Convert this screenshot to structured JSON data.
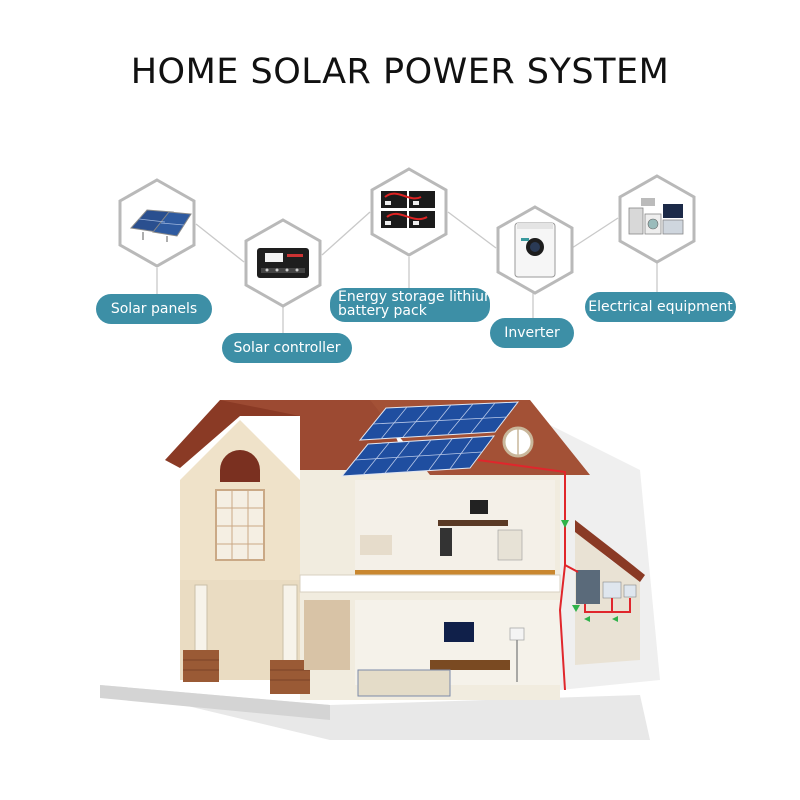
{
  "title": "HOME SOLAR POWER SYSTEM",
  "colors": {
    "pill": "#3d8fa6",
    "hex_border": "#b9b9b9",
    "connector": "#c9c9c9",
    "roof": "#8a3a25",
    "wall": "#eee0c8",
    "wire": "#e0262c",
    "arrow": "#2fb24a"
  },
  "components": [
    {
      "id": "solar-panels",
      "label": "Solar panels",
      "icon": "solar-panel-icon"
    },
    {
      "id": "solar-controller",
      "label": "Solar controller",
      "icon": "charge-controller-icon"
    },
    {
      "id": "battery",
      "label_line1": "Energy storage lithium",
      "label_line2": "battery pack",
      "icon": "battery-pack-icon"
    },
    {
      "id": "inverter",
      "label": "Inverter",
      "icon": "inverter-icon"
    },
    {
      "id": "equipment",
      "label": "Electrical equipment",
      "icon": "appliances-icon"
    }
  ]
}
